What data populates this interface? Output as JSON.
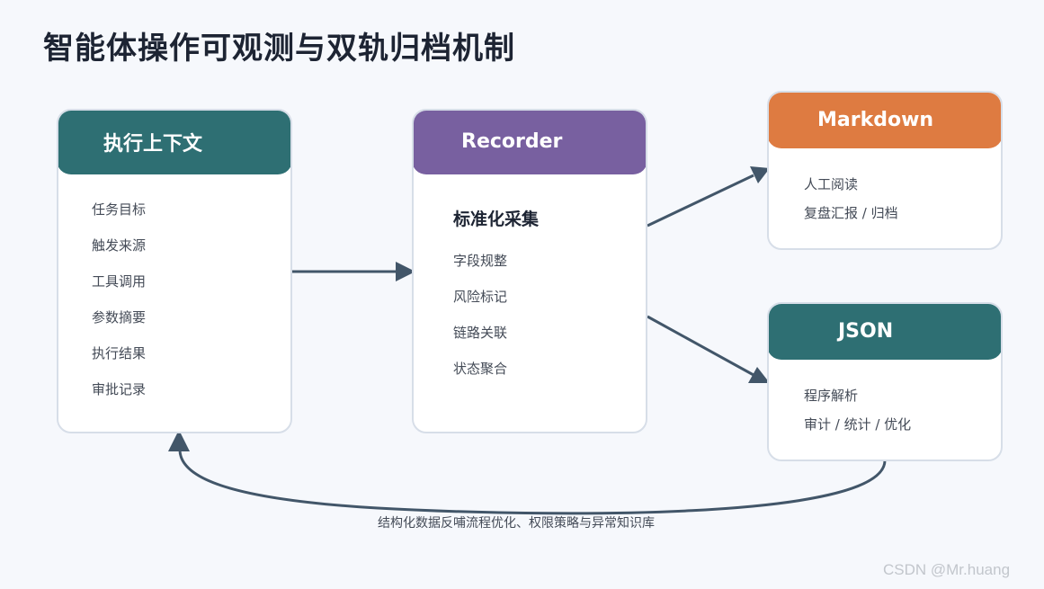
{
  "title": "智能体操作可观测与双轨归档机制",
  "colors": {
    "teal": "#2e6f73",
    "purple": "#7860a0",
    "orange": "#de7b41",
    "arrow": "#425669"
  },
  "context_card": {
    "header": "执行上下文",
    "items": [
      "任务目标",
      "触发来源",
      "工具调用",
      "参数摘要",
      "执行结果",
      "审批记录"
    ]
  },
  "recorder_card": {
    "header": "Recorder",
    "section_title": "标准化采集",
    "items": [
      "字段规整",
      "风险标记",
      "链路关联",
      "状态聚合"
    ]
  },
  "markdown_card": {
    "header": "Markdown",
    "items": [
      "人工阅读",
      "复盘汇报 / 归档"
    ]
  },
  "json_card": {
    "header": "JSON",
    "items": [
      "程序解析",
      "审计 / 统计 / 优化"
    ]
  },
  "feedback_label": "结构化数据反哺流程优化、权限策略与异常知识库",
  "watermark": "CSDN @Mr.huang"
}
